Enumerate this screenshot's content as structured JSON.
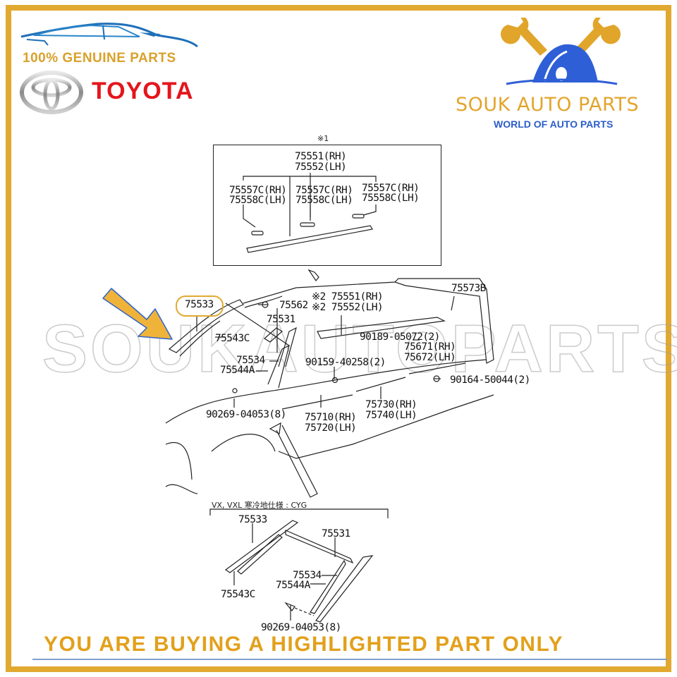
{
  "branding": {
    "left": {
      "tagline": "100% GENUINE PARTS",
      "brand_name": "TOYOTA",
      "logo_icon": "toyota-emblem-icon",
      "car_icon": "car-silhouette-icon",
      "tagline_color": "#D9A12B",
      "brand_color": "#E4151C"
    },
    "right": {
      "title": "SOUK AUTO PARTS",
      "subtitle": "WORLD OF AUTO PARTS",
      "logo_icon": "wrench-wheel-logo-icon",
      "title_color": "#E2A52C",
      "subtitle_color": "#2B5DC8"
    }
  },
  "watermark": "SOUKAUTOPARTS",
  "inset": {
    "marker": "※1",
    "main_part": [
      "75551(RH)",
      "75552(LH)"
    ],
    "clips": [
      [
        "75557C(RH)",
        "75558C(LH)"
      ],
      [
        "75557C(RH)",
        "75558C(LH)"
      ],
      [
        "75557C(RH)",
        "75558C(LH)"
      ]
    ]
  },
  "diagram": {
    "highlighted_part": "75533",
    "labels": {
      "p75562": "75562",
      "p75551": "※2 75551(RH)",
      "p75552": "※2 75552(LH)",
      "p75573b": "75573B",
      "p75531": "75531",
      "p75543c": "75543C",
      "p90189": "90189-05072(2)",
      "p75671": "75671(RH)",
      "p75672": "75672(LH)",
      "p75534": "75534",
      "p75544a": "75544A",
      "p90159": "90159-40258(2)",
      "p90164": "90164-50044(2)",
      "p90269": "90269-04053(8)",
      "p75730": "75730(RH)",
      "p75740": "75740(LH)",
      "p75710": "75710(RH)",
      "p75720": "75720(LH)"
    }
  },
  "variant": {
    "note": "VX, VXL 寒冷地仕様 : CYG",
    "labels": {
      "p75533": "75533",
      "p75531": "75531",
      "p75534": "75534",
      "p75544a": "75544A",
      "p75543c": "75543C",
      "p90269": "90269-04053(8)"
    }
  },
  "footer": {
    "banner": "YOU ARE BUYING A HIGHLIGHTED PART ONLY",
    "banner_color": "#E2A01B"
  },
  "colors": {
    "frame": "#E1A930",
    "arrow": "#F0B33A",
    "arrow_outline": "#2F63C9",
    "blue_line": "#7FA2D0"
  }
}
